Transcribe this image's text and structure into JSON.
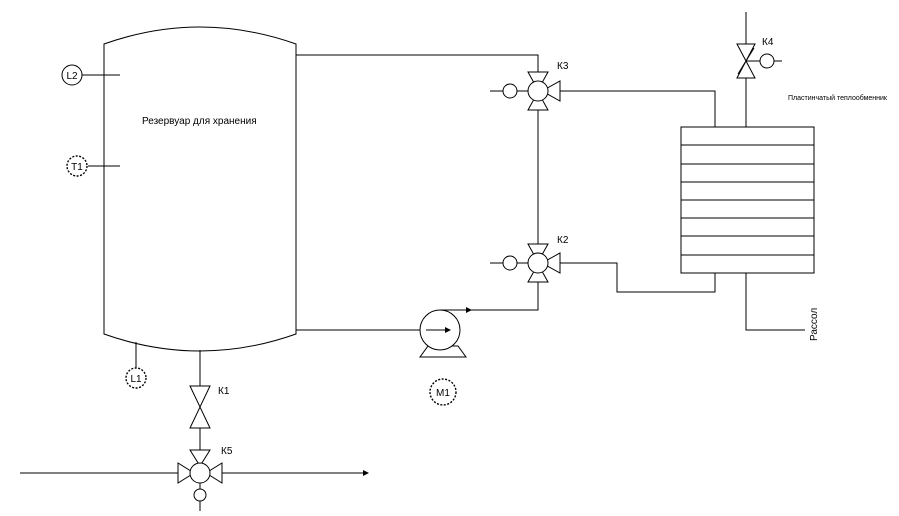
{
  "tank": {
    "label": "Резервуар для хранения"
  },
  "heat_exchanger": {
    "label": "Пластинчатый теплообменник"
  },
  "brine": {
    "label": "Рассол"
  },
  "instruments": {
    "level_top": "L2",
    "temperature": "T1",
    "level_bottom": "L1",
    "motor": "M1"
  },
  "valves": {
    "k1": "К1",
    "k2": "К2",
    "k3": "К3",
    "k4": "К4",
    "k5": "К5"
  }
}
